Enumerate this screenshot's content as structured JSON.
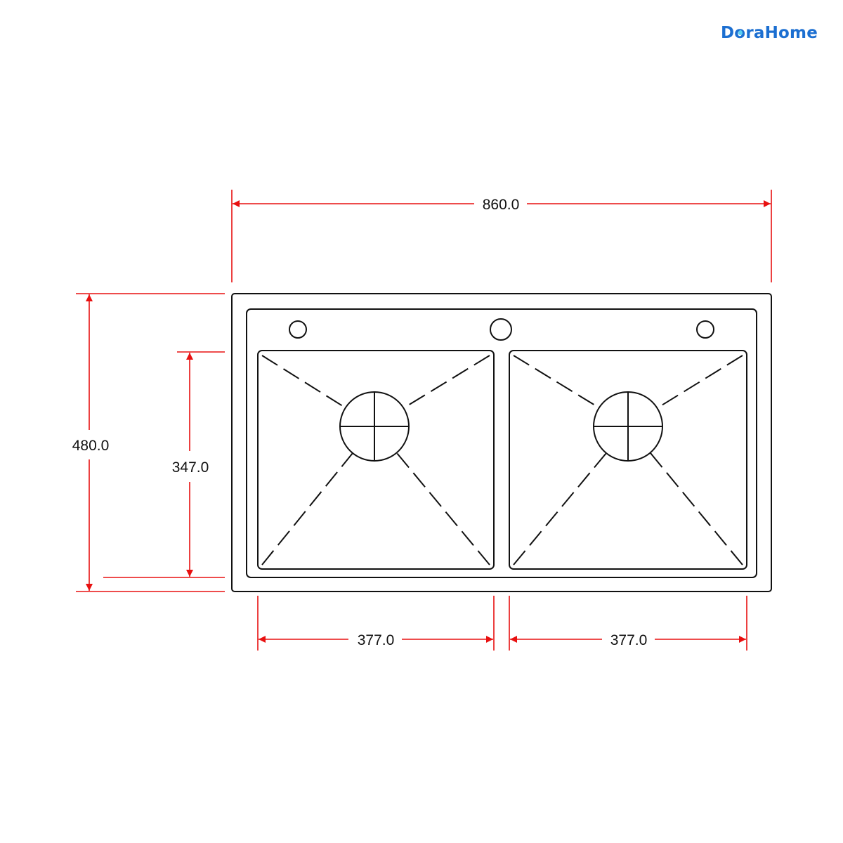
{
  "brand": {
    "name": "DoraHome",
    "prefix": "D",
    "o_letter": "o",
    "suffix": "raHome"
  },
  "dimensions": {
    "overall_width": "860.0",
    "overall_depth": "480.0",
    "bowl_depth": "347.0",
    "left_bowl_width": "377.0",
    "right_bowl_width": "377.0"
  },
  "colors": {
    "dimension_line": "#e81010",
    "drawing_line": "#111111",
    "brand": "#1c6fd1"
  }
}
